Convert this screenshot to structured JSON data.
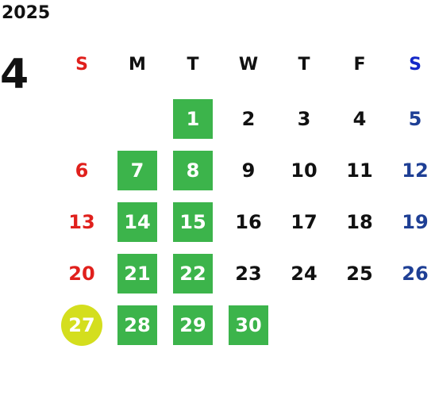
{
  "year": "2025",
  "month": "4",
  "weekdays": [
    "S",
    "M",
    "T",
    "W",
    "T",
    "F",
    "S"
  ],
  "colors": {
    "sunday": "#e0201c",
    "saturday": "#1e3f95",
    "highlight": "#3cb44b",
    "today": "#d4de1e"
  },
  "weeks": [
    [
      "",
      "",
      "1",
      "2",
      "3",
      "4",
      "5"
    ],
    [
      "6",
      "7",
      "8",
      "9",
      "10",
      "11",
      "12"
    ],
    [
      "13",
      "14",
      "15",
      "16",
      "17",
      "18",
      "19"
    ],
    [
      "20",
      "21",
      "22",
      "23",
      "24",
      "25",
      "26"
    ],
    [
      "27",
      "28",
      "29",
      "30",
      "",
      "",
      ""
    ]
  ],
  "highlighted_days": [
    "1",
    "7",
    "8",
    "14",
    "15",
    "21",
    "22",
    "28",
    "29",
    "30"
  ],
  "today": "27"
}
